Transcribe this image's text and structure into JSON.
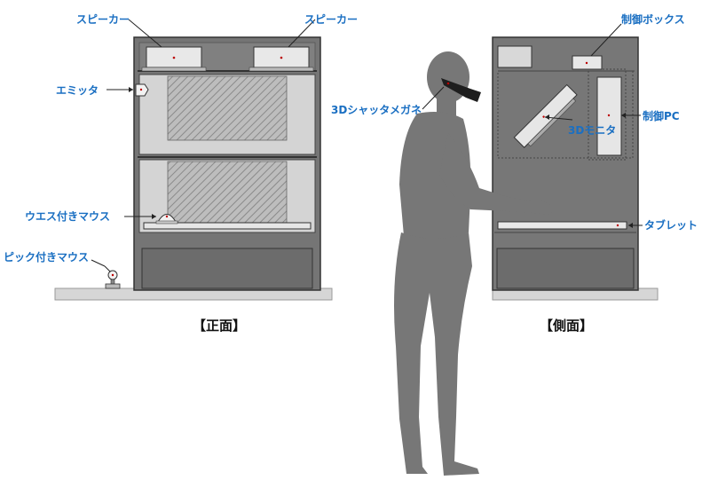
{
  "front": {
    "speaker_left": "スピーカー",
    "speaker_right": "スピーカー",
    "emitter": "エミッタ",
    "waist_mouse": "ウエス付きマウス",
    "pick_mouse": "ピック付きマウス",
    "caption": "【正面】"
  },
  "person": {
    "glasses": "3Dシャッタメガネ"
  },
  "side": {
    "control_box": "制御ボックス",
    "control_pc": "制御PC",
    "monitor_3d": "3Dモニタ",
    "tablet": "タブレット",
    "caption": "【側面】"
  },
  "colors": {
    "cabinet": "#757575",
    "cabinet_dark": "#555555",
    "interior": "#cfcfcf",
    "hatch": "#a9a9a9",
    "floor": "#d6d6d6",
    "person": "#777777",
    "label": "#1a6fc2"
  }
}
